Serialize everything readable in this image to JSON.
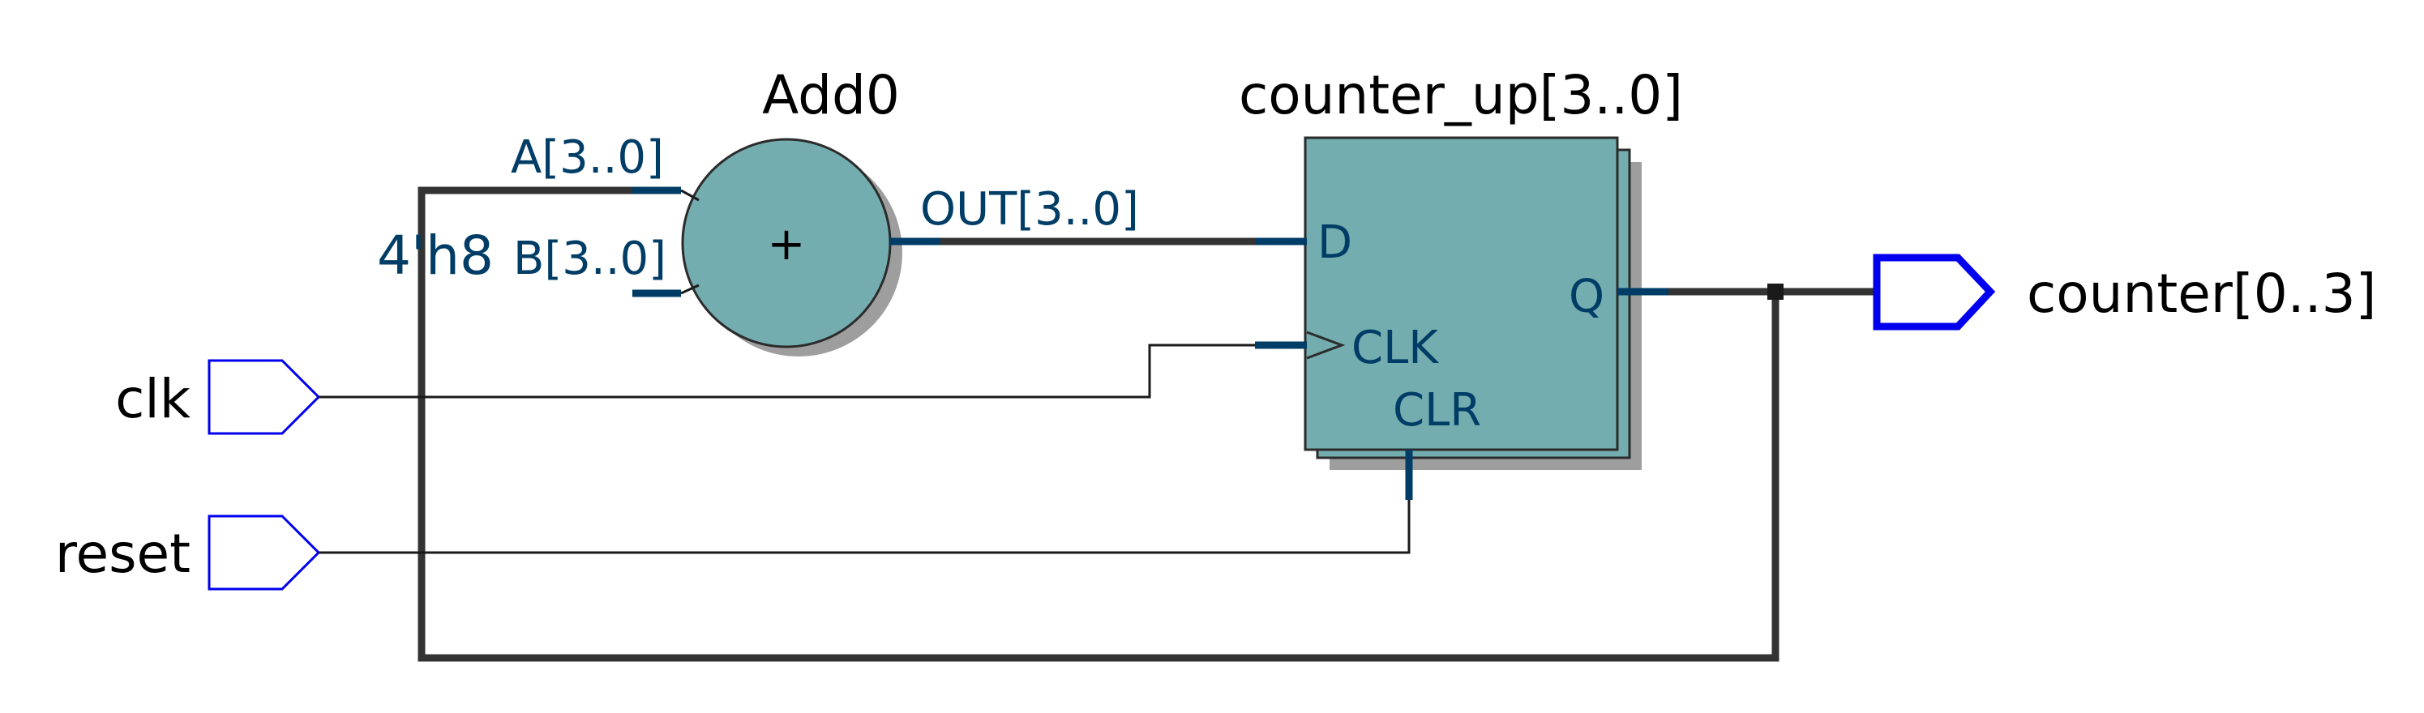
{
  "adder": {
    "name": "Add0",
    "symbol": "+",
    "port_a": "A[3..0]",
    "port_b": "B[3..0]",
    "port_out": "OUT[3..0]",
    "constant": "4'h8"
  },
  "register": {
    "name": "counter_up[3..0]",
    "port_d": "D",
    "port_clk": "CLK",
    "port_q": "Q",
    "port_clr": "CLR"
  },
  "inputs": {
    "clk": "clk",
    "reset": "reset"
  },
  "outputs": {
    "counter": "counter[0..3]"
  },
  "colors": {
    "block_fill": "#74adaf",
    "block_shadow": "#9e9e9e",
    "port_blue": "#003d66",
    "pin_blue": "#0000ee",
    "bus_wire": "#333333",
    "signal_wire": "#1a1a1a"
  }
}
